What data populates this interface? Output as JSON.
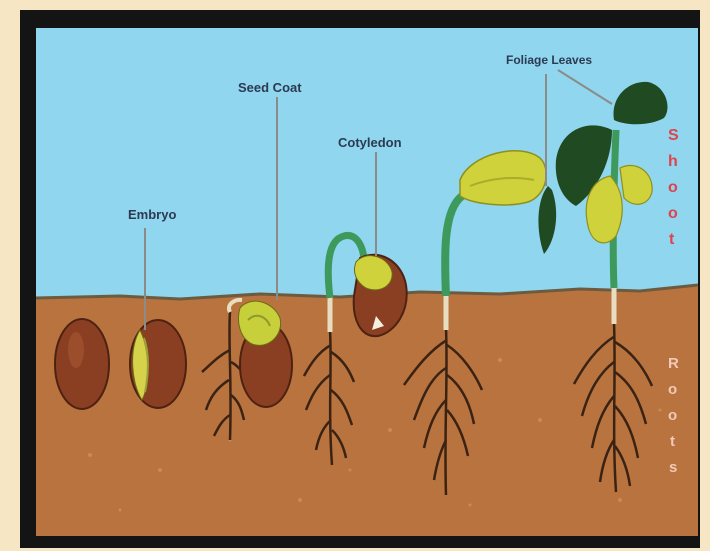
{
  "labels": {
    "embryo": "Embryo",
    "seed_coat": "Seed Coat",
    "cotyledon": "Cotyledon",
    "foliage_leaves": "Foliage Leaves"
  },
  "side_labels": {
    "shoot": [
      "S",
      "h",
      "o",
      "o",
      "t"
    ],
    "roots": [
      "R",
      "o",
      "o",
      "t",
      "s"
    ]
  },
  "colors": {
    "sky": "#8fd6ee",
    "soil": "#b9733f",
    "frame": "#141414",
    "page_background": "#f6e6c4",
    "seed": "#8a3f22",
    "stem": "#3d9a5c",
    "cotyledon": "#cfd23a",
    "leaf": "#1f4a22",
    "root": "#3a2313",
    "shoot_text": "#e0424e",
    "roots_text": "#f2c9b8"
  }
}
